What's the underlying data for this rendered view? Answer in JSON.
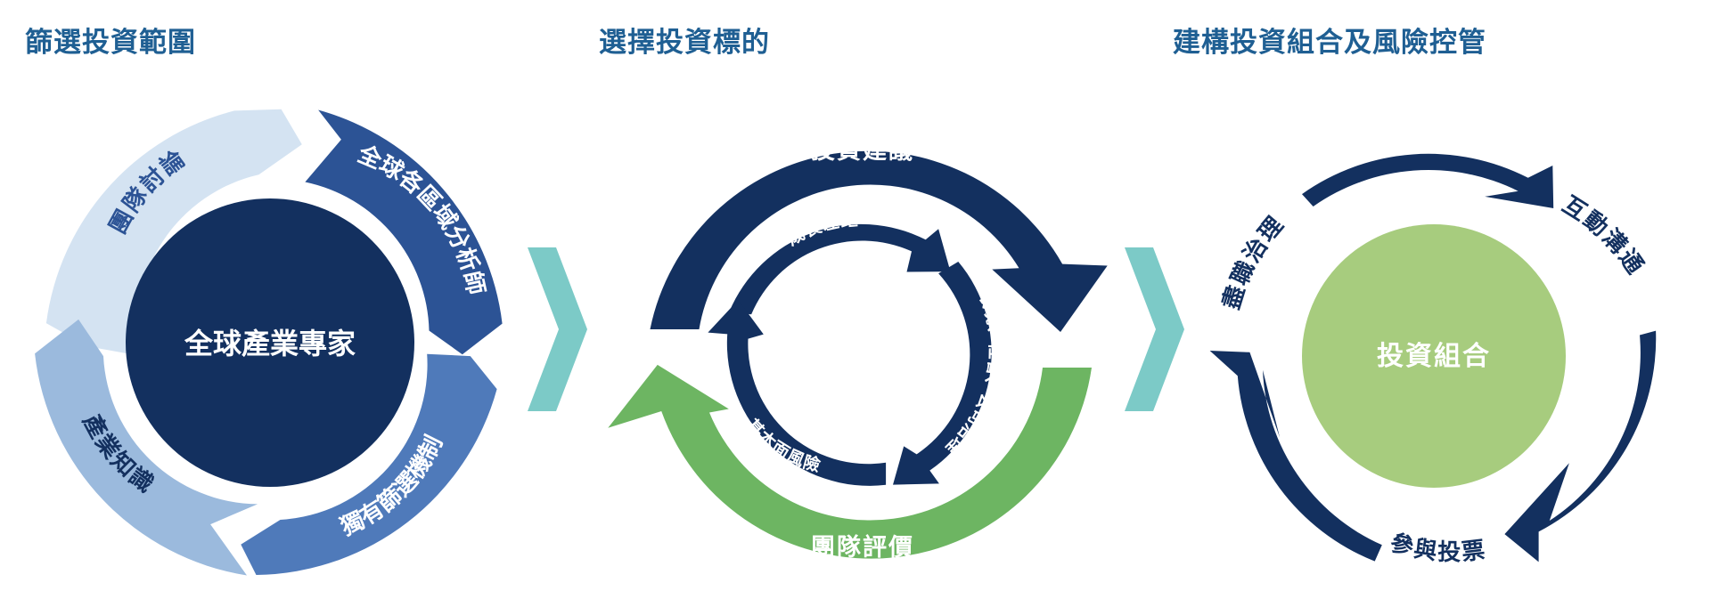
{
  "sections": [
    {
      "title": "篩選投資範圍",
      "center_label": "全球產業專家",
      "segments": [
        "團隊討論",
        "全球各區域分析師",
        "獨有篩選機制",
        "產業知識"
      ]
    },
    {
      "title": "選擇投資標的",
      "outer_labels": [
        "投資建議",
        "團隊評價"
      ],
      "inner_labels": [
        "成長差距",
        "環境、社會、公司治理",
        "基本面風險"
      ]
    },
    {
      "title": "建構投資組合及風險控管",
      "center_label": "投資組合",
      "arrow_labels": [
        "互動溝通",
        "參與投票",
        "盡職治理"
      ]
    }
  ],
  "colors": {
    "title": "#1f5f93",
    "navy": "#13305f",
    "blue_mid": "#2c5395",
    "blue_light": "#4f7aba",
    "blue_pale": "#9bbadd",
    "blue_palest": "#d4e3f2",
    "green": "#6db562",
    "green_light": "#a7cc7e",
    "teal": "#7ccac7"
  }
}
